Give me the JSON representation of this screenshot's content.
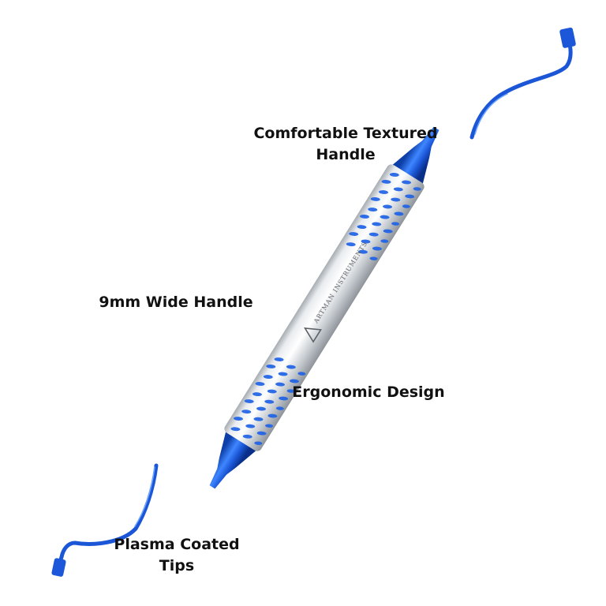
{
  "colors": {
    "background": "#ffffff",
    "callout_text": "#111111",
    "plasma_blue": "#1a56d6",
    "steel": "#d9dde1"
  },
  "callouts": {
    "textured_handle": {
      "line1": "Comfortable Textured",
      "line2": "Handle"
    },
    "handle_width": {
      "line1": "9mm Wide Handle"
    },
    "ergonomic": {
      "line1": "Ergonomic Design"
    },
    "coated_tips": {
      "line1": "Plasma Coated",
      "line2": "Tips"
    }
  },
  "product": {
    "brand_logo_text": "ARTMAN INSTRUMENTS"
  }
}
